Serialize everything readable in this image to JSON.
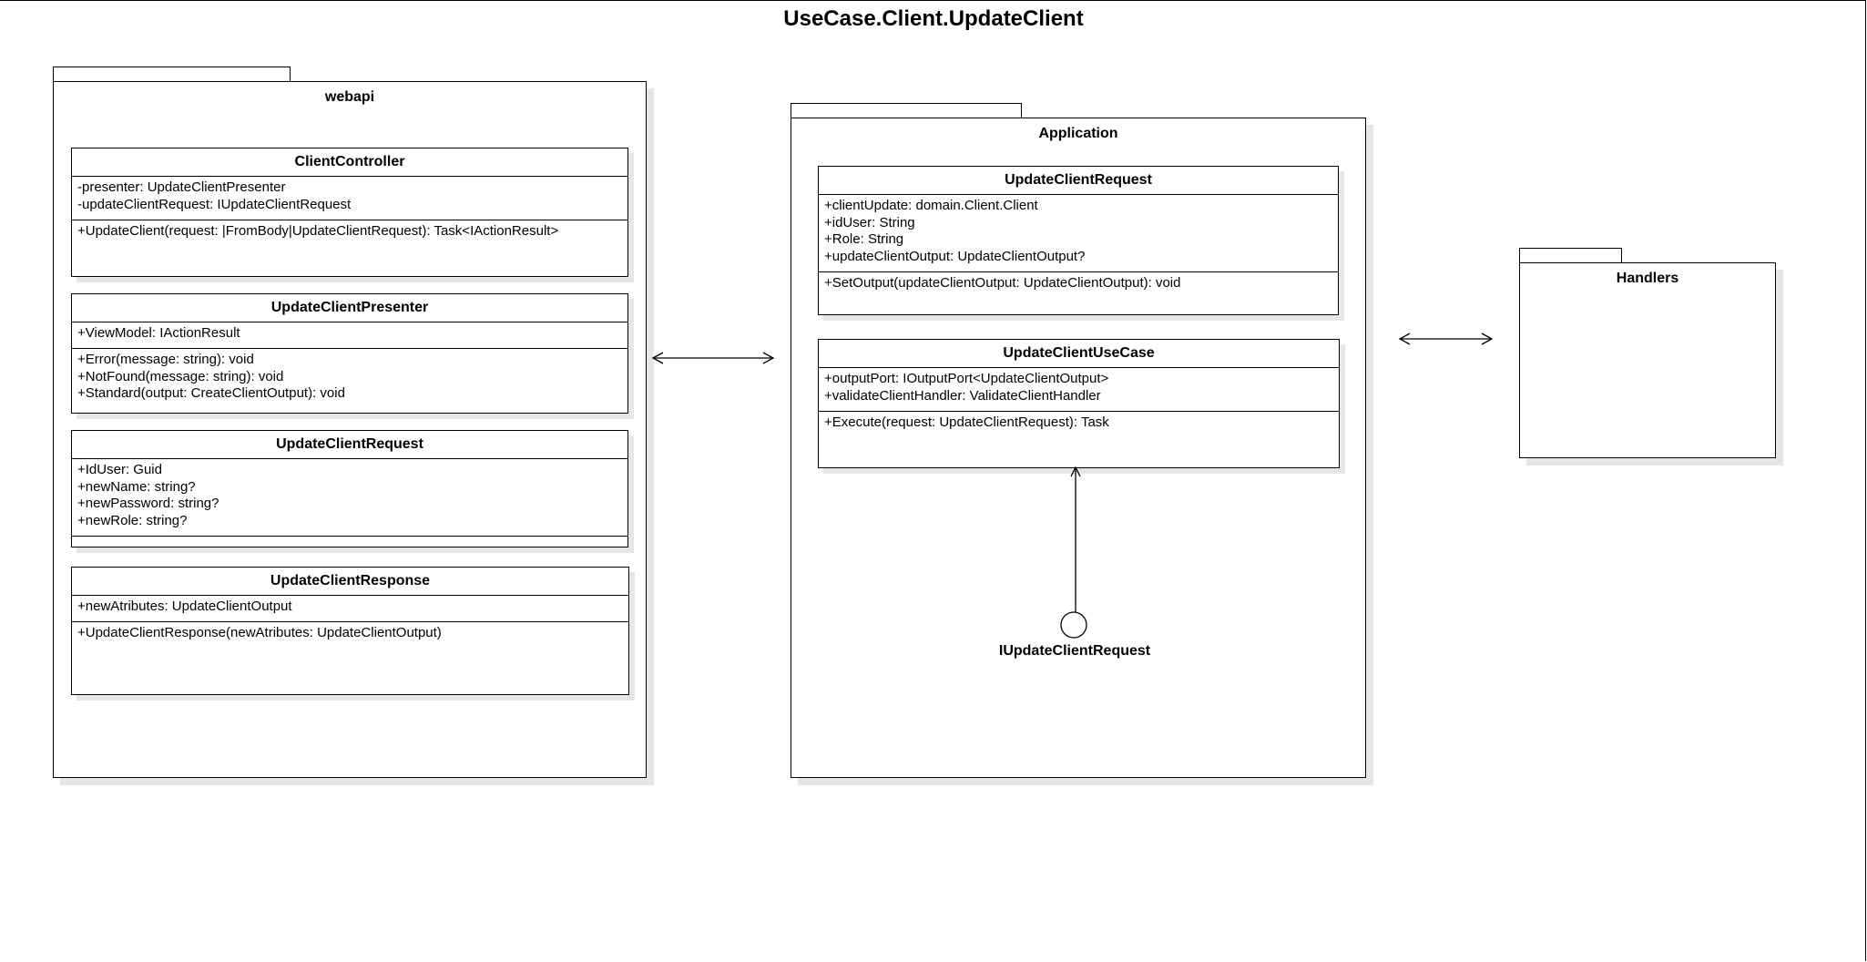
{
  "diagram": {
    "title": "UseCase.Client.UpdateClient"
  },
  "packages": {
    "webapi": {
      "name": "webapi",
      "classes": {
        "client_controller": {
          "name": "ClientController",
          "attributes": [
            "-presenter: UpdateClientPresenter",
            "-updateClientRequest: IUpdateClientRequest"
          ],
          "methods": [
            "+UpdateClient(request: |FromBody|UpdateClientRequest): Task<IActionResult>"
          ]
        },
        "update_client_presenter": {
          "name": "UpdateClientPresenter",
          "attributes": [
            "+ViewModel: IActionResult"
          ],
          "methods": [
            "+Error(message: string): void",
            "+NotFound(message: string): void",
            "+Standard(output: CreateClientOutput): void"
          ]
        },
        "update_client_request": {
          "name": "UpdateClientRequest",
          "attributes": [
            "+IdUser: Guid",
            "+newName: string?",
            "+newPassword: string?",
            "+newRole: string?"
          ],
          "methods": []
        },
        "update_client_response": {
          "name": "UpdateClientResponse",
          "attributes": [
            "+newAtributes: UpdateClientOutput"
          ],
          "methods": [
            "+UpdateClientResponse(newAtributes: UpdateClientOutput)"
          ]
        }
      }
    },
    "application": {
      "name": "Application",
      "classes": {
        "update_client_request": {
          "name": "UpdateClientRequest",
          "attributes": [
            "+clientUpdate: domain.Client.Client",
            "+idUser: String",
            "+Role: String",
            "+updateClientOutput: UpdateClientOutput?"
          ],
          "methods": [
            "+SetOutput(updateClientOutput: UpdateClientOutput): void"
          ]
        },
        "update_client_use_case": {
          "name": "UpdateClientUseCase",
          "attributes": [
            "+outputPort: IOutputPort<UpdateClientOutput>",
            "+validateClientHandler: ValidateClientHandler"
          ],
          "methods": [
            "+Execute(request: UpdateClientRequest): Task"
          ]
        }
      },
      "interface": {
        "name": "IUpdateClientRequest"
      }
    },
    "handlers": {
      "name": "Handlers"
    }
  }
}
